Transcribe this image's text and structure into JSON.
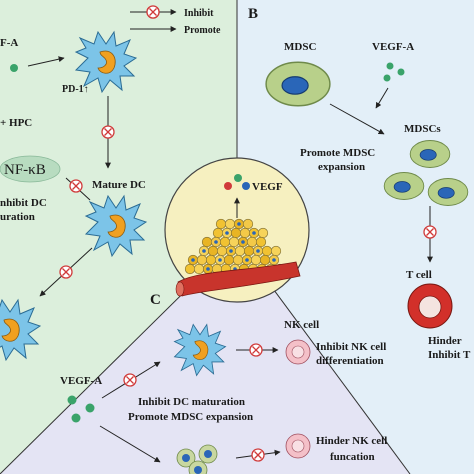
{
  "legend": {
    "inhibit": "Inhibit",
    "promote": "Promote"
  },
  "panel_a": {
    "vegf": "F-A",
    "pd1": "PD-1↑",
    "hpc": "+ HPC",
    "nfkb": "NF-κB",
    "inhibit_dc_1": "nhibit DC",
    "inhibit_dc_2": "uration",
    "mature_dc": "Mature DC"
  },
  "panel_b": {
    "label": "B",
    "mdsc": "MDSC",
    "vegfa": "VEGF-A",
    "promote_1": "Promote MDSC",
    "promote_2": "expansion",
    "mdscs": "MDSCs",
    "tcell": "T cell",
    "hinder": "Hinder",
    "inhibit_t": "Inhibit T"
  },
  "center": {
    "vegf": "VEGF"
  },
  "panel_c": {
    "label": "C",
    "nk_cell": "NK cell",
    "inhibit_nk_1": "Inhibit NK cell",
    "inhibit_nk_2": "differentiation",
    "vegfa": "VEGF-A",
    "inhibit_dc": "Inhibit DC maturation",
    "promote_mdsc": "Promote MDSC expansion",
    "hinder_nk": "Hinder NK  cell",
    "funcation": "funcation"
  },
  "colors": {
    "panel_a_bg": "#dcefdc",
    "panel_b_bg": "#e3eff8",
    "panel_c_bg": "#e4e4f4",
    "center_bg": "#f6f0c0",
    "inhibit_red": "#d03a3a",
    "dc_blue": "#7cc4e8",
    "nucleus_orange": "#f0a020",
    "mdsc_green": "#b8d08a",
    "nucleus_blue": "#2a66b8",
    "vessel_red": "#c8342c"
  }
}
